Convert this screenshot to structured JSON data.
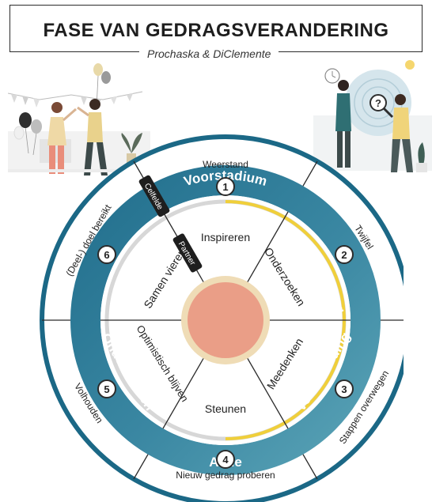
{
  "header": {
    "title": "FASE VAN GEDRAGSVERANDERING",
    "subtitle": "Prochaska & DiClemente"
  },
  "colors": {
    "ring_dark": "#1b6886",
    "ring_light": "#4a97ae",
    "center": "#ea9e87",
    "center_ring": "#efdcb6",
    "accent_yellow": "#f0cf3a"
  },
  "icons": {
    "left": "party-celebration-illustration",
    "right": "thinking-question-illustration"
  },
  "phases": [
    {
      "number": "1",
      "name": "Voorstadium",
      "outer": "Weerstand",
      "inner": "Inspireren"
    },
    {
      "number": "2",
      "name": "Overpeinzing",
      "outer": "Twijfel",
      "inner": "Onderzoeken"
    },
    {
      "number": "3",
      "name": "Voorbereiding",
      "outer": "Stappen overwegen",
      "inner": "Meedenken"
    },
    {
      "number": "4",
      "name": "Actie",
      "outer": "Nieuw gedrag proberen",
      "inner": "Steunen"
    },
    {
      "number": "5",
      "name": "Onderhouden",
      "outer": "Volhouden",
      "inner": "Optimistisch blijven"
    },
    {
      "number": "6",
      "name": "Afsluiten",
      "outer": "(Deel-) doel bereikt",
      "inner": "Samen vieren"
    }
  ],
  "badges": {
    "outer": "Celfelde",
    "inner": "Partner"
  }
}
